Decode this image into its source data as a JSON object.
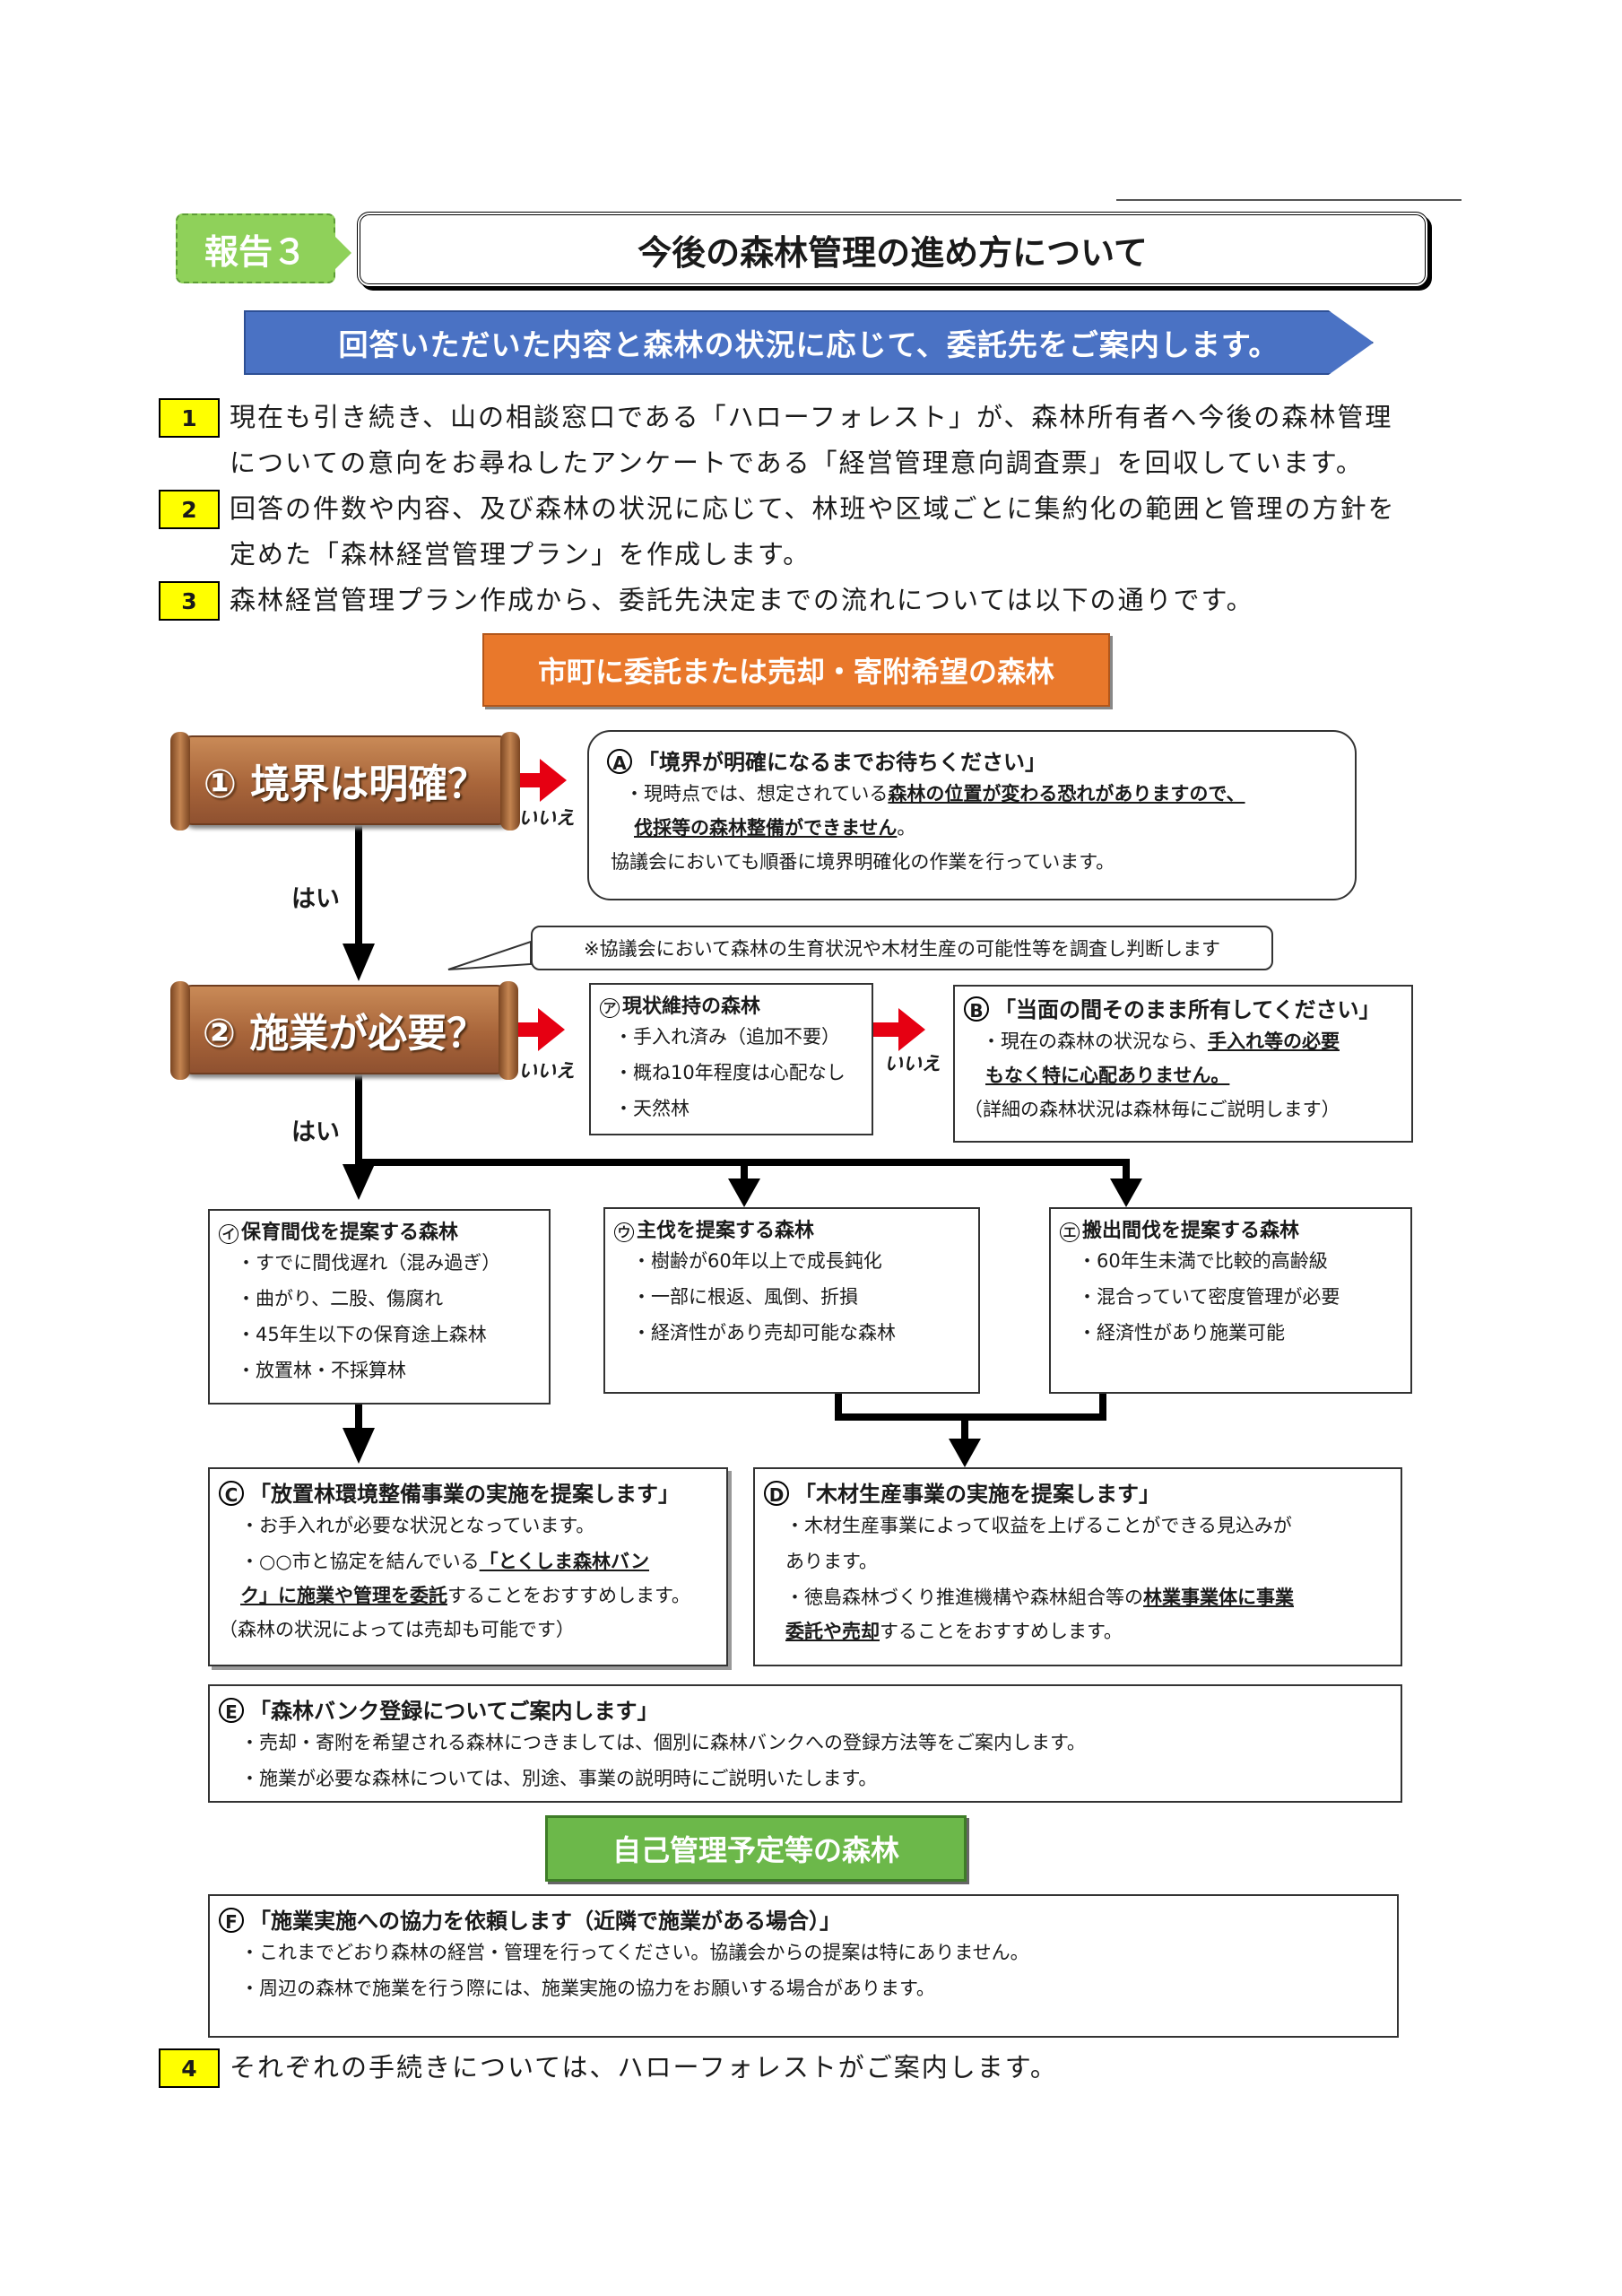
{
  "header": {
    "tag": "報告３",
    "title": "今後の森林管理の進め方について",
    "banner": "回答いただいた内容と森林の状況に応じて、委託先をご案内します。"
  },
  "items": [
    {
      "num": "1",
      "lines": [
        "現在も引き続き、山の相談窓口である「ハローフォレスト」が、森林所有者へ今後の森林管理",
        "についての意向をお尋ねしたアンケートである「経営管理意向調査票」を回収しています。"
      ]
    },
    {
      "num": "2",
      "lines": [
        "回答の件数や内容、及び森林の状況に応じて、林班や区域ごとに集約化の範囲と管理の方針を",
        "定めた「森林経営管理プラン」を作成します。"
      ]
    },
    {
      "num": "3",
      "lines": [
        "森林経営管理プラン作成から、委託先決定までの流れについては以下の通りです。"
      ]
    },
    {
      "num": "4",
      "lines": [
        "それぞれの手続きについては、ハローフォレストがご案内します。"
      ]
    }
  ],
  "flow": {
    "section1": "市町に委託または売却・寄附希望の森林",
    "section2": "自己管理予定等の森林",
    "q1": "① 境界は明確？",
    "q2": "② 施業が必要？",
    "no": "いいえ",
    "yes": "はい",
    "callout": "※協議会において森林の生育状況や木材生産の可能性等を調査し判断します",
    "A": {
      "mark": "A",
      "title": "「境界が明確になるまでお待ちください」",
      "l1": "・現時点では、想定されている",
      "l1u": "森林の位置が変わる恐れがありますので、",
      "l2u": "伐採等の森林整備ができません",
      "l2": "。",
      "l3": "協議会においても順番に境界明確化の作業を行っています。"
    },
    "a": {
      "mark": "ア",
      "title": "現状維持の森林",
      "lines": [
        "・手入れ済み（追加不要）",
        "・概ね10年程度は心配なし",
        "・天然林"
      ]
    },
    "B": {
      "mark": "B",
      "title": "「当面の間そのまま所有してください」",
      "l1": "・現在の森林の状況なら、",
      "l1u": "手入れ等の必要",
      "l2u": "もなく特に心配ありません。",
      "l3": "（詳細の森林状況は森林毎にご説明します）"
    },
    "i": {
      "mark": "イ",
      "title": "保育間伐を提案する森林",
      "lines": [
        "・すでに間伐遅れ（混み過ぎ）",
        "・曲がり、二股、傷腐れ",
        "・45年生以下の保育途上森林",
        "・放置林・不採算林"
      ]
    },
    "u": {
      "mark": "ウ",
      "title": "主伐を提案する森林",
      "lines": [
        "・樹齢が60年以上で成長鈍化",
        "・一部に根返、風倒、折損",
        "・経済性があり売却可能な森林"
      ]
    },
    "e": {
      "mark": "エ",
      "title": "搬出間伐を提案する森林",
      "lines": [
        "・60年生未満で比較的高齢級",
        "・混合っていて密度管理が必要",
        "・経済性があり施業可能"
      ]
    },
    "C": {
      "mark": "C",
      "title": "「放置林環境整備事業の実施を提案します」",
      "l1": "・お手入れが必要な状況となっています。",
      "l2": "・○○市と協定を結んでいる",
      "l2u": "「とくしま森林バン",
      "l3u": "ク」に施業や管理を委託",
      "l3": "することをおすすめします。",
      "l4": "（森林の状況によっては売却も可能です）"
    },
    "D": {
      "mark": "D",
      "title": "「木材生産事業の実施を提案します」",
      "l1": "・木材生産事業によって収益を上げることができる見込みが",
      "l2": "あります。",
      "l3": "・徳島森林づくり推進機構や森林組合等の",
      "l3u": "林業事業体に事業",
      "l4u": "委託や売却",
      "l4": "することをおすすめします。"
    },
    "E": {
      "mark": "E",
      "title": "「森林バンク登録についてご案内します」",
      "lines": [
        "・売却・寄附を希望される森林につきましては、個別に森林バンクへの登録方法等をご案内します。",
        "・施業が必要な森林については、別途、事業の説明時にご説明いたします。"
      ]
    },
    "F": {
      "mark": "F",
      "title": "「施業実施への協力を依頼します（近隣で施業がある場合）」",
      "lines": [
        "・これまでどおり森林の経営・管理を行ってください。協議会からの提案は特にありません。",
        "・周辺の森林で施業を行う際には、施業実施の協力をお願いする場合があります。"
      ]
    }
  },
  "colors": {
    "tag": "#8fd15a",
    "banner": "#4a72c4",
    "number": "#ffff00",
    "orange": "#e9782b",
    "green": "#6cb84a",
    "arrow_red": "#e60012",
    "wood": "#a8653a"
  }
}
